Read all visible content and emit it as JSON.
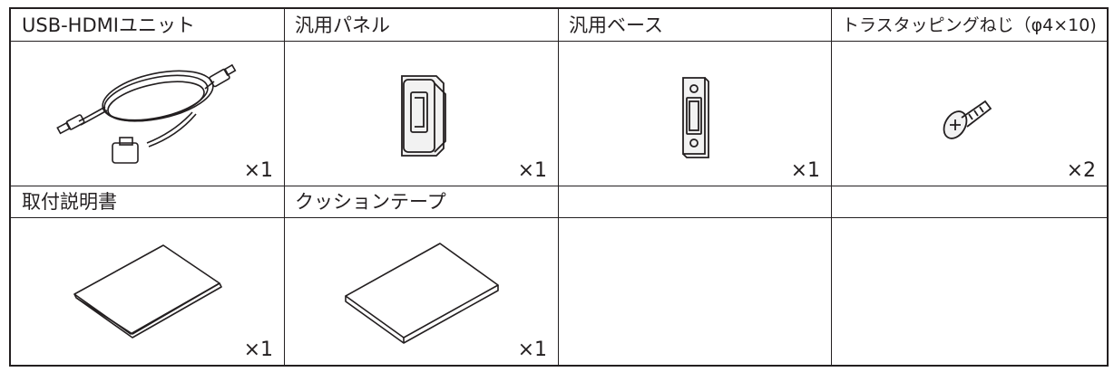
{
  "items": [
    {
      "name": "USB-HDMIユニット",
      "qty": "×1"
    },
    {
      "name": "汎用パネル",
      "qty": "×1"
    },
    {
      "name": "汎用ベース",
      "qty": "×1"
    },
    {
      "name": "トラスタッピングねじ（φ4×10)",
      "qty": "×2"
    },
    {
      "name": "取付説明書",
      "qty": "×1"
    },
    {
      "name": "クッションテープ",
      "qty": "×1"
    },
    {
      "name": "",
      "qty": ""
    },
    {
      "name": "",
      "qty": ""
    }
  ]
}
